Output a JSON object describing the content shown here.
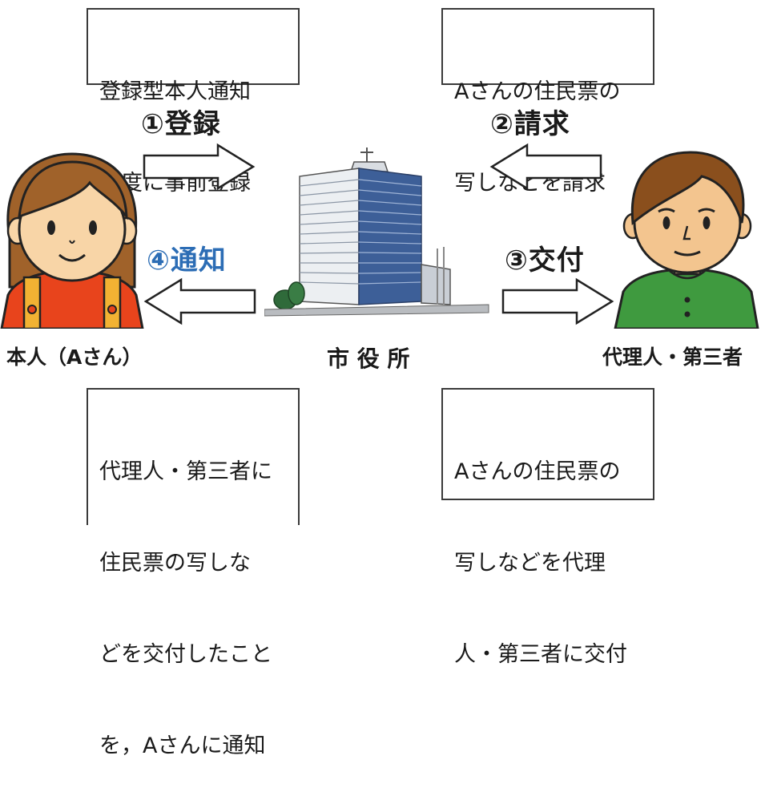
{
  "top_left_box": {
    "line1": "登録型本人通知",
    "line2": "制度に事前登録"
  },
  "top_right_box": {
    "line1": "Aさんの住民票の",
    "line2": "写しなどを請求"
  },
  "steps": {
    "register": "①登録",
    "request": "②請求",
    "issue": "③交付",
    "notify": "④通知"
  },
  "labels": {
    "person": "本人（Aさん）",
    "city_hall": "市 役 所",
    "agent": "代理人・第三者"
  },
  "bottom_left_box": {
    "line1": "代理人・第三者に",
    "line2": "住民票の写しな",
    "line3": "どを交付したこと",
    "line4": "を，Aさんに通知"
  },
  "bottom_right_box": {
    "line1": "Aさんの住民票の",
    "line2": "写しなどを代理",
    "line3": "人・第三者に交付"
  },
  "colors": {
    "notify_accent": "#2c6db5",
    "person_shirt": "#e8441c",
    "agent_shirt": "#3f9a3f"
  }
}
